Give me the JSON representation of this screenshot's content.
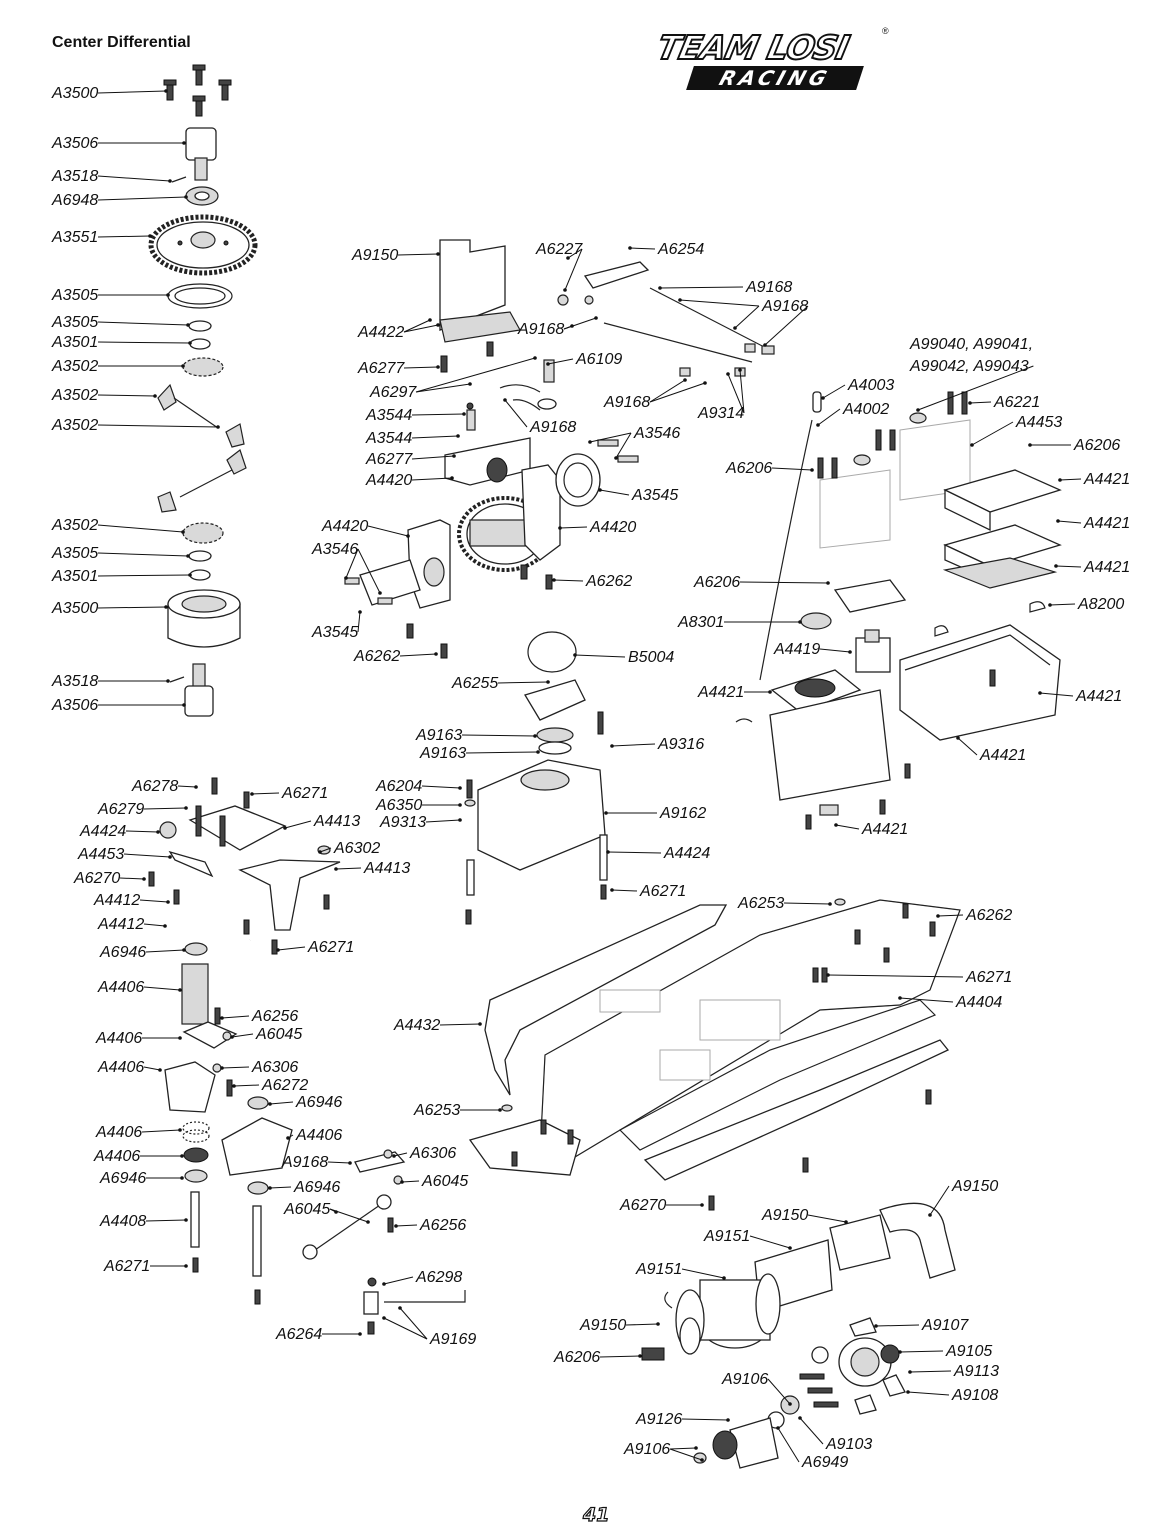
{
  "page": {
    "heading": "Center Differential",
    "logo_top": "TEAM LOSI",
    "logo_bottom": "RACING",
    "logo_mark": "®",
    "page_number": "41"
  },
  "callouts": [
    {
      "id": "c1",
      "text": "A3500"
    },
    {
      "id": "c2",
      "text": "A3506"
    },
    {
      "id": "c3",
      "text": "A3518"
    },
    {
      "id": "c4",
      "text": "A6948"
    },
    {
      "id": "c5",
      "text": "A3551"
    },
    {
      "id": "c6",
      "text": "A3505"
    },
    {
      "id": "c7",
      "text": "A3505"
    },
    {
      "id": "c8",
      "text": "A3501"
    },
    {
      "id": "c9",
      "text": "A3502"
    },
    {
      "id": "c10",
      "text": "A3502"
    },
    {
      "id": "c11",
      "text": "A3502"
    },
    {
      "id": "c12",
      "text": "A3502"
    },
    {
      "id": "c13",
      "text": "A3505"
    },
    {
      "id": "c14",
      "text": "A3501"
    },
    {
      "id": "c15",
      "text": "A3500"
    },
    {
      "id": "c16",
      "text": "A3518"
    },
    {
      "id": "c17",
      "text": "A3506"
    },
    {
      "id": "c18",
      "text": "A9150"
    },
    {
      "id": "c19",
      "text": "A6227"
    },
    {
      "id": "c20",
      "text": "A6254"
    },
    {
      "id": "c21",
      "text": "A9168"
    },
    {
      "id": "c22",
      "text": "A9168"
    },
    {
      "id": "c23",
      "text": "A4422"
    },
    {
      "id": "c24",
      "text": "A9168"
    },
    {
      "id": "c25",
      "text": "A6277"
    },
    {
      "id": "c26",
      "text": "A6109"
    },
    {
      "id": "c27",
      "text": "A6297"
    },
    {
      "id": "c28",
      "text": "A9168"
    },
    {
      "id": "c29",
      "text": "A9314"
    },
    {
      "id": "c30",
      "text": "A3544"
    },
    {
      "id": "c31",
      "text": "A9168"
    },
    {
      "id": "c32",
      "text": "A3544"
    },
    {
      "id": "c33",
      "text": "A3546"
    },
    {
      "id": "c34",
      "text": "A6277"
    },
    {
      "id": "c35",
      "text": "A4420"
    },
    {
      "id": "c36",
      "text": "A3545"
    },
    {
      "id": "c37",
      "text": "A4420"
    },
    {
      "id": "c38",
      "text": "A4420"
    },
    {
      "id": "c39",
      "text": "A3546"
    },
    {
      "id": "c40",
      "text": "A6262"
    },
    {
      "id": "c41",
      "text": "A3545"
    },
    {
      "id": "c42",
      "text": "A6262"
    },
    {
      "id": "c43",
      "text": "A99040, A99041,"
    },
    {
      "id": "c44",
      "text": "A99042, A99043"
    },
    {
      "id": "c45",
      "text": "A4003"
    },
    {
      "id": "c46",
      "text": "A4002"
    },
    {
      "id": "c47",
      "text": "A6221"
    },
    {
      "id": "c48",
      "text": "A4453"
    },
    {
      "id": "c49",
      "text": "A6206"
    },
    {
      "id": "c50",
      "text": "A6206"
    },
    {
      "id": "c51",
      "text": "A4421"
    },
    {
      "id": "c52",
      "text": "A4421"
    },
    {
      "id": "c53",
      "text": "A4421"
    },
    {
      "id": "c54",
      "text": "A6206"
    },
    {
      "id": "c55",
      "text": "A8200"
    },
    {
      "id": "c56",
      "text": "A8301"
    },
    {
      "id": "c57",
      "text": "A4419"
    },
    {
      "id": "c58",
      "text": "A4421"
    },
    {
      "id": "c59",
      "text": "A4421"
    },
    {
      "id": "c60",
      "text": "A4421"
    },
    {
      "id": "c61",
      "text": "A4421"
    },
    {
      "id": "c62",
      "text": "B5004"
    },
    {
      "id": "c63",
      "text": "A6255"
    },
    {
      "id": "c64",
      "text": "A9163"
    },
    {
      "id": "c65",
      "text": "A9163"
    },
    {
      "id": "c66",
      "text": "A9316"
    },
    {
      "id": "c67",
      "text": "A6204"
    },
    {
      "id": "c68",
      "text": "A6350"
    },
    {
      "id": "c69",
      "text": "A9313"
    },
    {
      "id": "c70",
      "text": "A9162"
    },
    {
      "id": "c71",
      "text": "A4424"
    },
    {
      "id": "c72",
      "text": "A6271"
    },
    {
      "id": "c73",
      "text": "A6278"
    },
    {
      "id": "c74",
      "text": "A6271"
    },
    {
      "id": "c75",
      "text": "A6279"
    },
    {
      "id": "c76",
      "text": "A4413"
    },
    {
      "id": "c77",
      "text": "A4424"
    },
    {
      "id": "c78",
      "text": "A6302"
    },
    {
      "id": "c79",
      "text": "A4453"
    },
    {
      "id": "c80",
      "text": "A4413"
    },
    {
      "id": "c81",
      "text": "A6270"
    },
    {
      "id": "c82",
      "text": "A4412"
    },
    {
      "id": "c83",
      "text": "A4412"
    },
    {
      "id": "c84",
      "text": "A6946"
    },
    {
      "id": "c85",
      "text": "A6271"
    },
    {
      "id": "c86",
      "text": "A4406"
    },
    {
      "id": "c87",
      "text": "A6256"
    },
    {
      "id": "c88",
      "text": "A4406"
    },
    {
      "id": "c89",
      "text": "A6045"
    },
    {
      "id": "c90",
      "text": "A4406"
    },
    {
      "id": "c91",
      "text": "A6306"
    },
    {
      "id": "c92",
      "text": "A6272"
    },
    {
      "id": "c93",
      "text": "A6946"
    },
    {
      "id": "c94",
      "text": "A4406"
    },
    {
      "id": "c95",
      "text": "A4406"
    },
    {
      "id": "c96",
      "text": "A4406"
    },
    {
      "id": "c97",
      "text": "A6306"
    },
    {
      "id": "c98",
      "text": "A9168"
    },
    {
      "id": "c99",
      "text": "A6946"
    },
    {
      "id": "c100",
      "text": "A6045"
    },
    {
      "id": "c101",
      "text": "A6946"
    },
    {
      "id": "c102",
      "text": "A6045"
    },
    {
      "id": "c103",
      "text": "A4408"
    },
    {
      "id": "c104",
      "text": "A6256"
    },
    {
      "id": "c105",
      "text": "A6271"
    },
    {
      "id": "c106",
      "text": "A6298"
    },
    {
      "id": "c107",
      "text": "A6264"
    },
    {
      "id": "c108",
      "text": "A9169"
    },
    {
      "id": "c109",
      "text": "A6253"
    },
    {
      "id": "c110",
      "text": "A6262"
    },
    {
      "id": "c111",
      "text": "A6271"
    },
    {
      "id": "c112",
      "text": "A4404"
    },
    {
      "id": "c113",
      "text": "A4432"
    },
    {
      "id": "c114",
      "text": "A6253"
    },
    {
      "id": "c115",
      "text": "A6270"
    },
    {
      "id": "c116",
      "text": "A9150"
    },
    {
      "id": "c117",
      "text": "A9150"
    },
    {
      "id": "c118",
      "text": "A9151"
    },
    {
      "id": "c119",
      "text": "A9151"
    },
    {
      "id": "c120",
      "text": "A9150"
    },
    {
      "id": "c121",
      "text": "A9107"
    },
    {
      "id": "c122",
      "text": "A6206"
    },
    {
      "id": "c123",
      "text": "A9105"
    },
    {
      "id": "c124",
      "text": "A9113"
    },
    {
      "id": "c125",
      "text": "A9106"
    },
    {
      "id": "c126",
      "text": "A9108"
    },
    {
      "id": "c127",
      "text": "A9126"
    },
    {
      "id": "c128",
      "text": "A9103"
    },
    {
      "id": "c129",
      "text": "A9106"
    },
    {
      "id": "c130",
      "text": "A6949"
    }
  ]
}
